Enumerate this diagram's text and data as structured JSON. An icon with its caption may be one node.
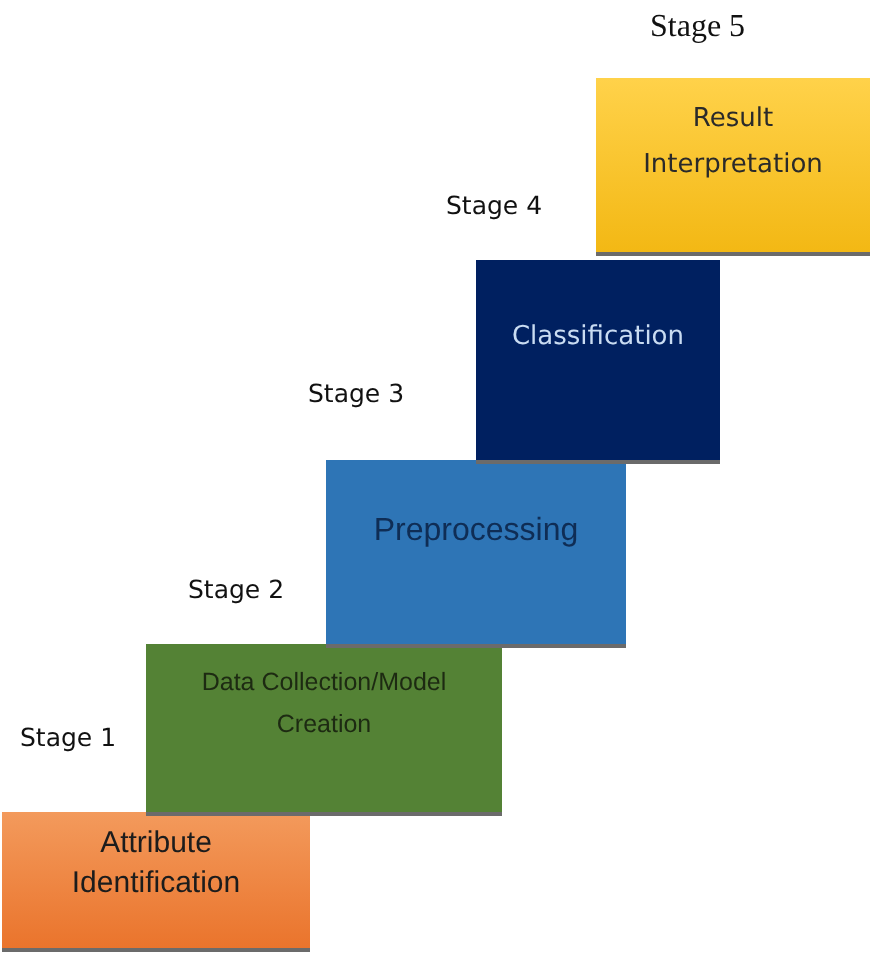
{
  "diagram": {
    "nodes": [
      {
        "text": [
          "Attribute Identification"
        ]
      },
      {
        "text": [
          "Data Collection/Model Creation"
        ]
      },
      {
        "text": [
          "Preprocessing"
        ]
      },
      {
        "text": [
          "Classification"
        ]
      },
      {
        "text": [
          "Result Interpretation"
        ]
      }
    ],
    "labels": [
      "Stage 5",
      "Stage 4",
      "Stage 3",
      "Stage 2",
      "Stage 1"
    ]
  }
}
